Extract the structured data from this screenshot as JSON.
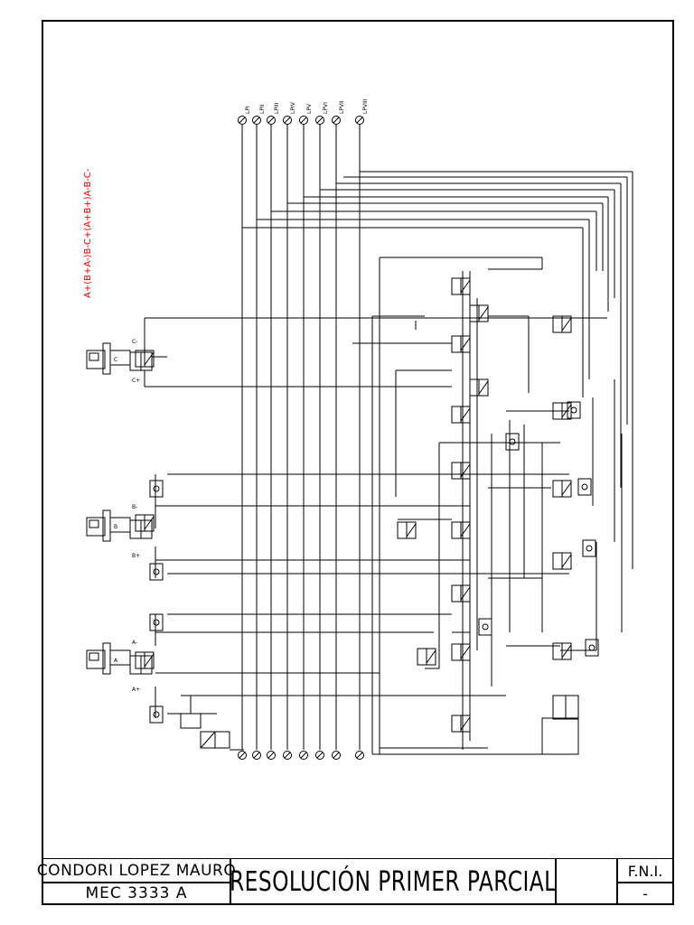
{
  "sequence": "A+(B+A-)B-C+(A+B+)A-B-C-",
  "pressure_lines": [
    "LPI",
    "LPII",
    "LPIII",
    "LPIV",
    "LPV",
    "LPVI",
    "LPVII",
    "LPVIII"
  ],
  "cylinders": [
    {
      "id": "C",
      "plus_port": "C+",
      "minus_port": "C-"
    },
    {
      "id": "B",
      "plus_port": "B+",
      "minus_port": "B-"
    },
    {
      "id": "A",
      "plus_port": "A+",
      "minus_port": "A-"
    }
  ],
  "title_block": {
    "author": "CONDORI LOPEZ MAURO",
    "course": "MEC 3333 A",
    "title": "RESOLUCIÓN PRIMER PARCIAL",
    "institution": "F.N.I.",
    "sheet": "-"
  }
}
